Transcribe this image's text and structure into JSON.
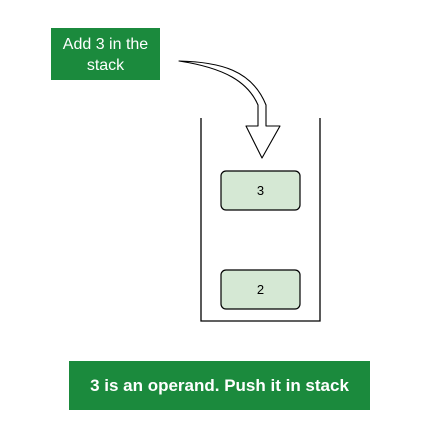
{
  "top_label": {
    "line1": "Add 3 in the",
    "line2": "stack"
  },
  "stack": {
    "items": [
      "3",
      "2"
    ]
  },
  "bottom_label": {
    "text": "3 is an operand. Push it in stack"
  },
  "colors": {
    "label_background": "#1b8a3d",
    "label_text": "#ffffff",
    "item_fill": "#d5e8d4",
    "item_stroke": "#000000",
    "stack_stroke": "#000000"
  }
}
